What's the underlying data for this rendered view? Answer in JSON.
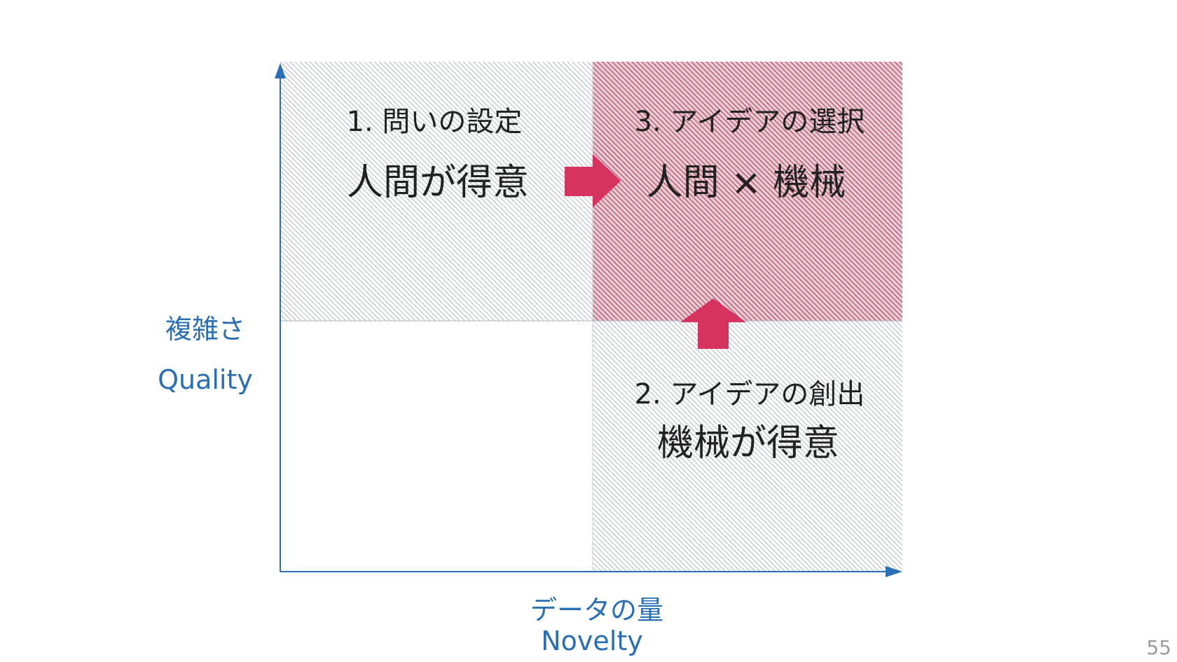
{
  "quadrants": {
    "q1": {
      "title": "1. 問いの設定",
      "main": "人間が得意"
    },
    "q2": {
      "title": "2. アイデアの創出",
      "main": "機械が得意"
    },
    "q3": {
      "title": "3. アイデアの選択",
      "main": "人間 × 機械"
    }
  },
  "axes": {
    "y": {
      "label_ja": "複雑さ",
      "label_en": "Quality"
    },
    "x": {
      "label_ja": "データの量",
      "label_en": "Novelty"
    }
  },
  "page_number": "55",
  "colors": {
    "axis": "#2a6fb3",
    "arrow": "#d6335f",
    "hatch_gray": "#9aa6b4",
    "hatch_red": "#b03a5c",
    "text": "#222222"
  }
}
